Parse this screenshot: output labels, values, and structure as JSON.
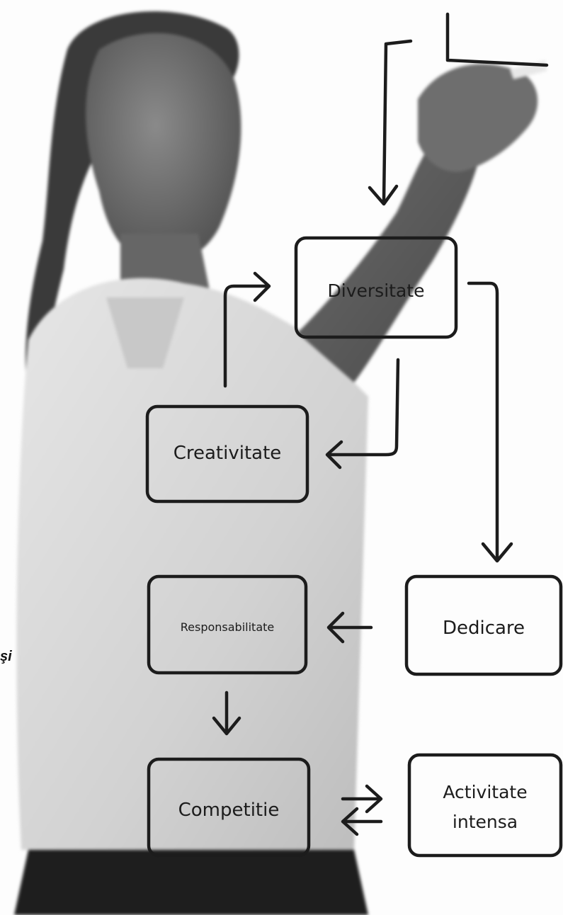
{
  "diagram": {
    "boxes": {
      "diversitate": "Diversitate",
      "creativitate": "Creativitate",
      "responsabilitate": "Responsabilitate",
      "dedicare": "Dedicare",
      "competitie": "Competitie",
      "activitate_line1": "Activitate",
      "activitate_line2": "intensa"
    }
  },
  "side_text": "şi",
  "colors": {
    "ink": "#1c1c1c",
    "background": "#fdfdfd"
  }
}
